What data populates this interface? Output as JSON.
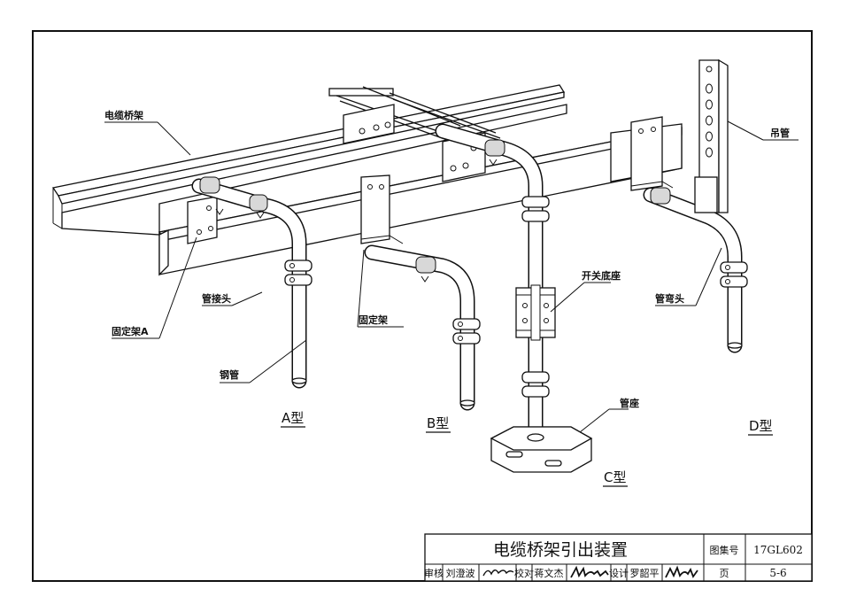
{
  "drawing": {
    "labels": {
      "tray": "电缆桥架",
      "pipe_joint": "管接头",
      "bracket_a": "固定架A",
      "steel_pipe": "钢管",
      "bracket": "固定架",
      "switch_base": "开关底座",
      "pipe_base": "管座",
      "hanger_pipe": "吊管",
      "elbow": "管弯头"
    },
    "types": {
      "a": "A型",
      "b": "B型",
      "c": "C型",
      "d": "D型"
    }
  },
  "title_block": {
    "title": "电缆桥架引出装置",
    "atlas_label": "图集号",
    "atlas_no": "17GL602",
    "page_label": "页",
    "page_no": "5-6",
    "review_label": "审核",
    "reviewer": "刘澄波",
    "check_label": "校对",
    "checker": "蒋文杰",
    "design_label": "设计",
    "designer": "罗韶平"
  }
}
